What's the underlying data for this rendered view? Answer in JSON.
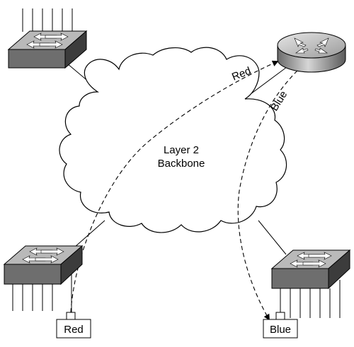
{
  "cloud": {
    "label_line1": "Layer 2",
    "label_line2": "Backbone"
  },
  "paths": {
    "red_label": "Red",
    "blue_label": "Blue"
  },
  "hosts": {
    "red_label": "Red",
    "blue_label": "Blue"
  },
  "colors": {
    "device_top": "#b9b9b9",
    "device_front": "#6e6e6e",
    "device_side": "#3c3c3c",
    "arrow_fill": "#ffffff",
    "line": "#000000",
    "background": "#ffffff"
  },
  "icons": {
    "switches": [
      "switch-icon",
      "switch-icon",
      "switch-icon"
    ],
    "router": "router-icon",
    "hosts": [
      "host-icon",
      "host-icon"
    ]
  }
}
